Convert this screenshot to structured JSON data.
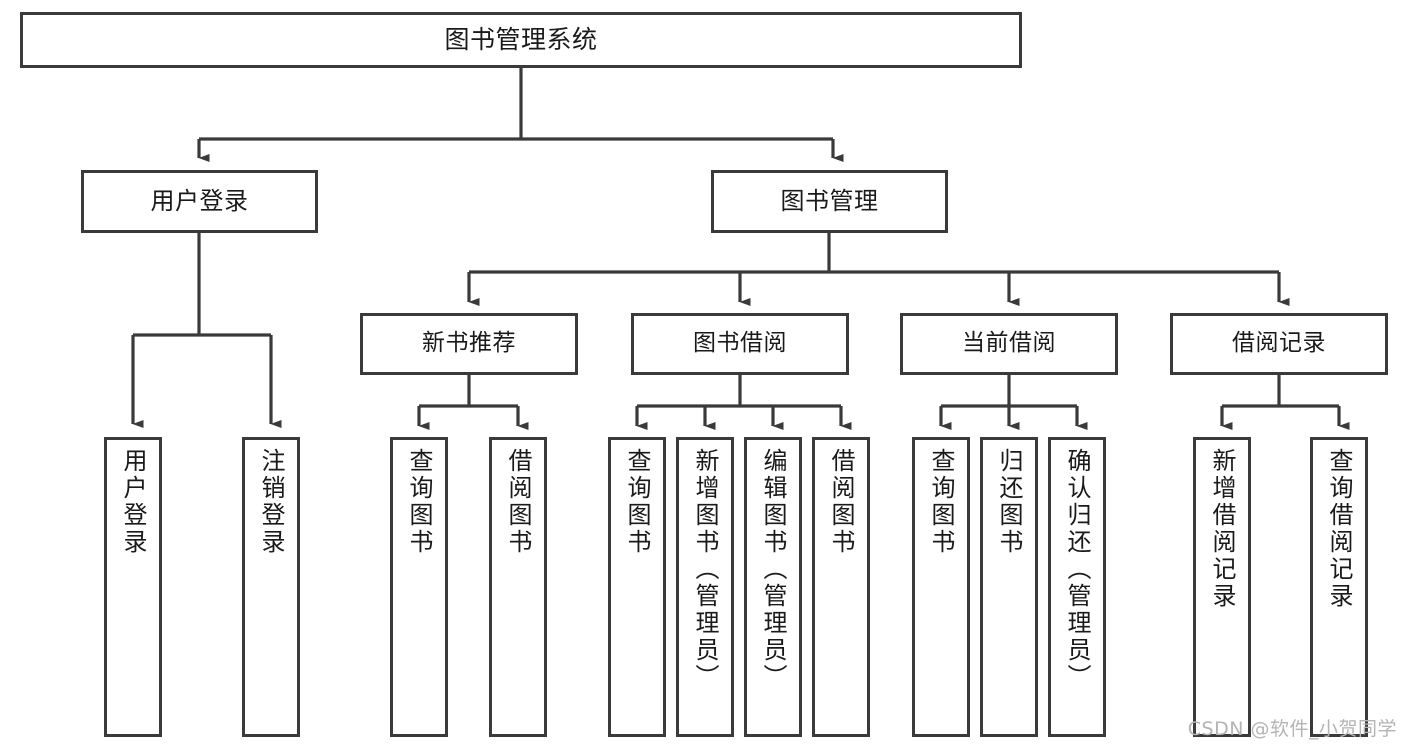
{
  "diagram": {
    "title": "图书管理系统",
    "watermark": "CSDN @软件_小贺同学",
    "colors": {
      "stroke": "#3a3a3a",
      "fill": "#ffffff",
      "text": "#1a1a1a",
      "watermark": "#b4b4b4"
    },
    "root": {
      "label": "图书管理系统"
    },
    "level2": [
      {
        "label": "用户登录"
      },
      {
        "label": "图书管理"
      }
    ],
    "level3": [
      {
        "label": "新书推荐"
      },
      {
        "label": "图书借阅"
      },
      {
        "label": "当前借阅"
      },
      {
        "label": "借阅记录"
      }
    ],
    "leaves": [
      {
        "label": "用户登录",
        "parent": "用户登录"
      },
      {
        "label": "注销登录",
        "parent": "用户登录"
      },
      {
        "label": "查询图书",
        "parent": "新书推荐"
      },
      {
        "label": "借阅图书",
        "parent": "新书推荐"
      },
      {
        "label": "查询图书",
        "parent": "图书借阅"
      },
      {
        "label": "新增图书（管理员）",
        "parent": "图书借阅"
      },
      {
        "label": "编辑图书（管理员）",
        "parent": "图书借阅"
      },
      {
        "label": "借阅图书",
        "parent": "图书借阅"
      },
      {
        "label": "查询图书",
        "parent": "当前借阅"
      },
      {
        "label": "归还图书",
        "parent": "当前借阅"
      },
      {
        "label": "确认归还（管理员）",
        "parent": "当前借阅"
      },
      {
        "label": "新增借阅记录",
        "parent": "借阅记录"
      },
      {
        "label": "查询借阅记录",
        "parent": "借阅记录"
      }
    ]
  }
}
